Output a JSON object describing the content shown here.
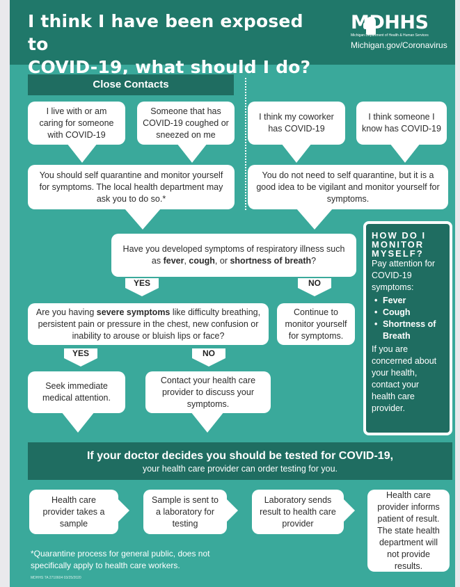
{
  "header": {
    "title_line1": "I think I have been exposed to",
    "title_line2": "COVID-19, what should I do?",
    "logo_text": "MDHHS",
    "logo_sub": "Michigan Department of Health & Human Services",
    "logo_url": "Michigan.gov/Coronavirus"
  },
  "close_contacts": {
    "heading": "Close Contacts",
    "box1": "I live with or am caring for someone with COVID-19",
    "box2": "Someone that has COVID-19 coughed or sneezed on me",
    "result": "You should self quarantine and monitor yourself for symptoms. The local health department may ask you to do so.*"
  },
  "other_contacts": {
    "box1": "I think my coworker has COVID-19",
    "box2": "I think someone I know has COVID-19",
    "result": "You do not need to self quarantine, but it is a good idea to be vigilant and monitor yourself for symptoms."
  },
  "symptoms_question": {
    "pre": "Have you developed symptoms of respiratory illness such as ",
    "fever": "fever",
    "sep1": ", ",
    "cough": "cough",
    "sep2": ", or ",
    "sob": "shortness of breath",
    "post": "?",
    "yes": "YES",
    "no": "NO"
  },
  "severe_question": {
    "pre": "Are you having ",
    "bold": "severe symptoms",
    "post": " like difficulty breathing, persistent pain or pressure in the chest, new confusion or inability to arouse or bluish lips or face?",
    "yes": "YES",
    "no": "NO"
  },
  "continue_box": "Continue to monitor yourself for symptoms.",
  "seek_box": "Seek immediate medical attention.",
  "contact_box": "Contact your health care provider to discuss your symptoms.",
  "monitor_panel": {
    "title": "HOW DO I MONITOR MYSELF?",
    "intro": "Pay attention for COVID-19 symptoms:",
    "items": [
      "Fever",
      "Cough",
      "Shortness of Breath"
    ],
    "outro": "If you are concerned about your health, contact your health care provider."
  },
  "testing": {
    "heading": "If your doctor decides you should be tested for COVID-19,",
    "subheading": "your health care provider can order testing for you.",
    "steps": [
      "Health care provider takes a sample",
      "Sample is sent to a laboratory for testing",
      "Laboratory sends result to health care provider",
      "Health care provider informs patient of result. The state health department will not provide results."
    ]
  },
  "footnote": "*Quarantine process for general public, does not specifically apply to health care workers.",
  "doc_code": "MDHHS TA 2710604 03/25/2020",
  "colors": {
    "teal": "#3aa99b",
    "dark_teal": "#1f6d61",
    "header": "#20786a"
  }
}
